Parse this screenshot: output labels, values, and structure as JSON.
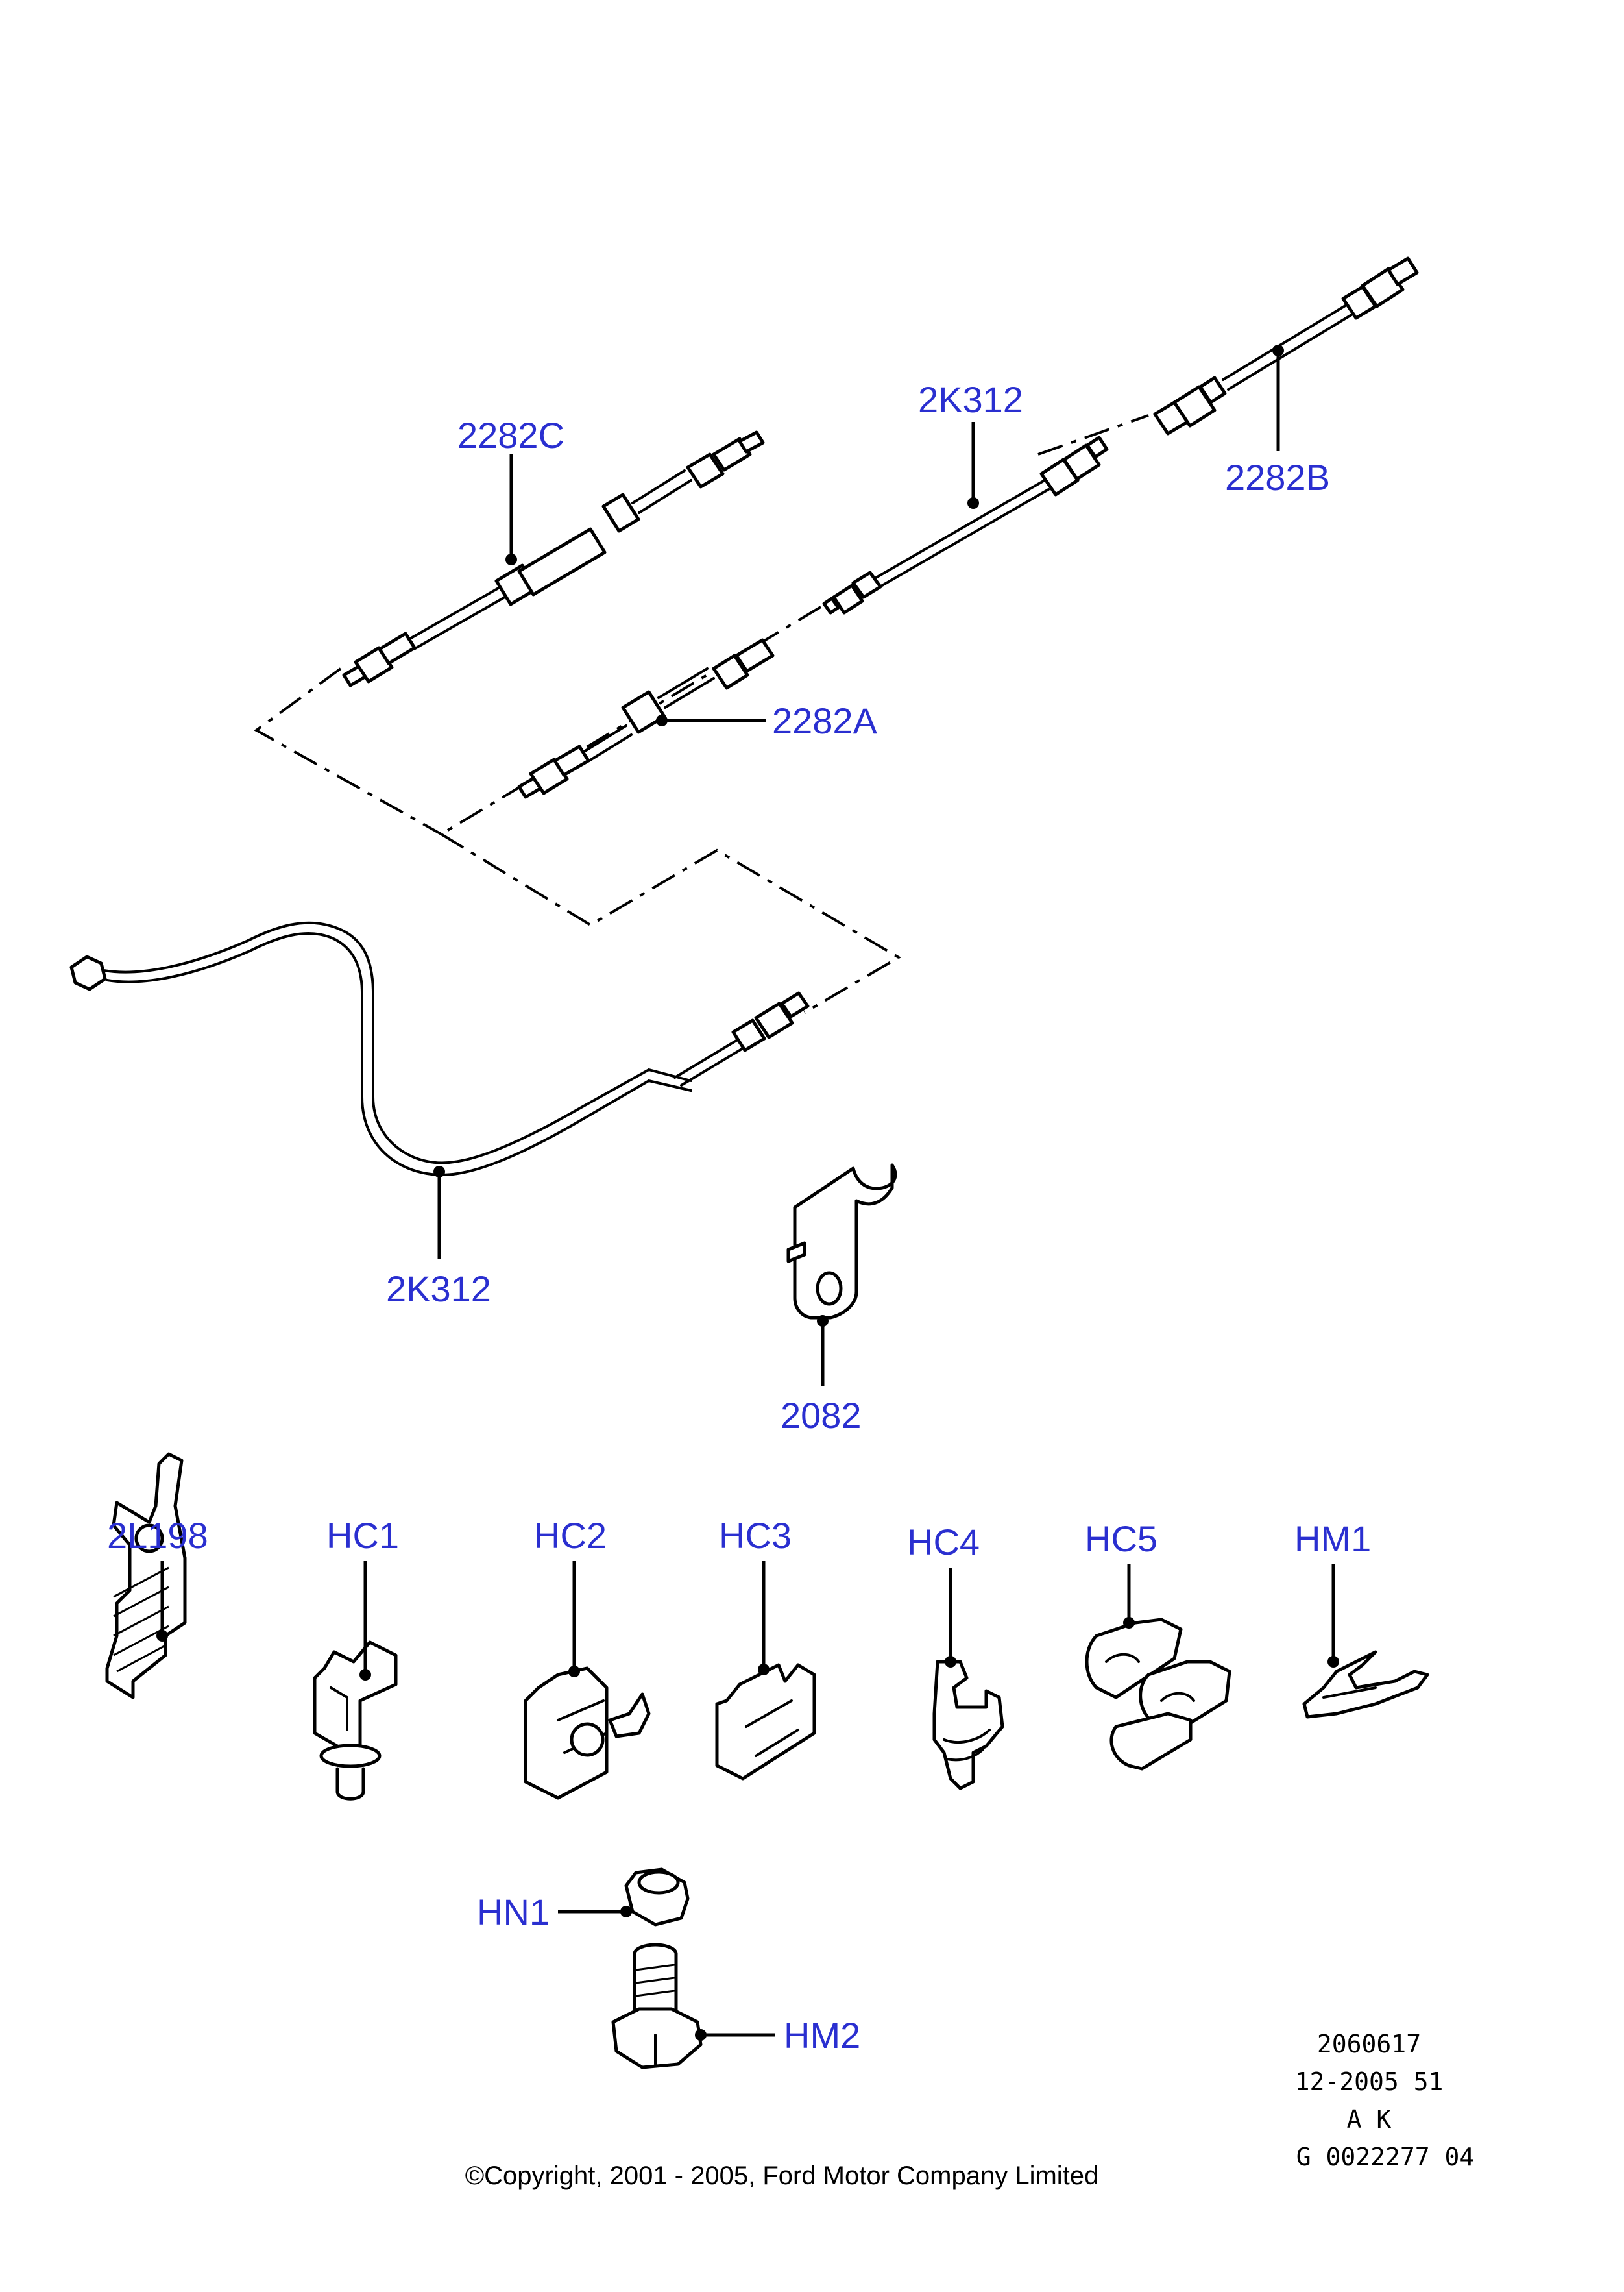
{
  "callouts": {
    "c2282C": "2282C",
    "c2K312_top": "2K312",
    "c2282B": "2282B",
    "c2282A": "2282A",
    "c2K312_bottom": "2K312",
    "c2082": "2082",
    "c2L198": "2L198",
    "cHC1": "HC1",
    "cHC2": "HC2",
    "cHC3": "HC3",
    "cHC4": "HC4",
    "cHC5": "HC5",
    "cHM1": "HM1",
    "cHN1": "HN1",
    "cHM2": "HM2"
  },
  "reference": {
    "line1": "2060617",
    "line2": "12-2005 51",
    "line3": "A K",
    "line4": "G 0022277 04"
  },
  "copyright": "©Copyright, 2001 - 2005, Ford Motor Company Limited",
  "colors": {
    "label": "#2a2fd0",
    "ink": "#000000",
    "background": "#ffffff"
  }
}
